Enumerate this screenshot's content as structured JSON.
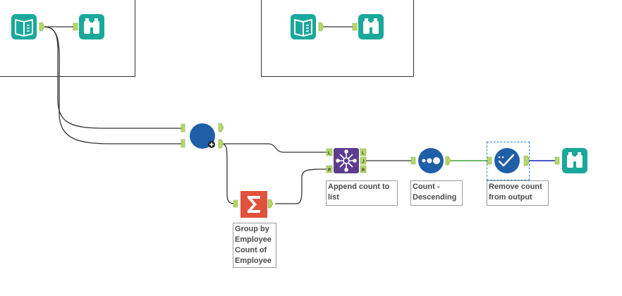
{
  "canvas": {
    "background": "#ffffff",
    "colors": {
      "connection": "#333333",
      "connection_sorted": "#3aa335",
      "connection_selected": "#3a3ac4",
      "anchor": "#b5d86a",
      "io_tool": "#19a89b",
      "preparation_tool": "#1f5fa8",
      "join_tool": "#5e3d8f",
      "transform_tool": "#e0523c"
    }
  },
  "tools": {
    "input1": {
      "icon": "book-icon"
    },
    "browse1": {
      "icon": "binoculars-icon"
    },
    "input2": {
      "icon": "book-icon"
    },
    "browse2": {
      "icon": "binoculars-icon"
    },
    "join": {
      "icon": "circle-icon"
    },
    "summarize": {
      "icon": "sigma-icon"
    },
    "append": {
      "icon": "append-fields-icon"
    },
    "sort": {
      "icon": "sort-icon"
    },
    "select": {
      "icon": "checkmark-icon"
    },
    "browse3": {
      "icon": "binoculars-icon"
    }
  },
  "anchors": {
    "left": "L",
    "join": "J",
    "right": "R"
  },
  "annotations": {
    "summarize": [
      "Group by",
      "Employee",
      "Count of",
      "Employee"
    ],
    "append": [
      "Append count to",
      "list"
    ],
    "sort": [
      "Count -",
      "Descending"
    ],
    "select": [
      "Remove count",
      "from output"
    ]
  }
}
